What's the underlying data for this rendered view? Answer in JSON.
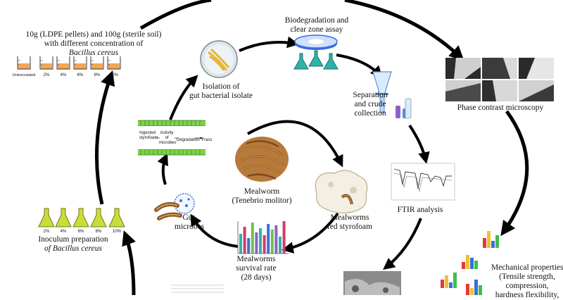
{
  "labels": {
    "ldpe_line1": "10g (LDPE pellets) and 100g (sterile soil)",
    "ldpe_line2": "with different concentration of",
    "ldpe_line3": "Bacillus cereus",
    "biodeg_line1": "Biodegradation and",
    "biodeg_line2": "clear zone assay",
    "isolation_line1": "Isolation of",
    "isolation_line2": "gut bacterial isolate",
    "separation_line1": "Separation",
    "separation_line2": "and crude",
    "separation_line3": "collection",
    "phase_contrast": "Phase contrast microscopy",
    "mealworm_line1": "Mealworm",
    "mealworm_line2": "(Tenebrio molitor)",
    "fed_line1": "Mealworms",
    "fed_line2": "fed styrofoam",
    "ftir": "FTIR analysis",
    "gut_line1": "Gut",
    "gut_line2": "microbes",
    "survival_line1": "Mealworms",
    "survival_line2": "survival rate",
    "survival_line3": "(28 days)",
    "inoculum_line1": "Inoculum preparation",
    "inoculum_line2": "of Bacillus cereus",
    "mech_line1": "Mechanical properties",
    "mech_line2": "(Tensile strength,",
    "mech_line3": "compression,",
    "mech_line4": "hardness flexibility,",
    "tube_ingested": "Ingested styrofoam",
    "tube_activity": "Activity of microbes",
    "tube_degradation": "Degradation",
    "tube_frass": "Frass"
  },
  "beakers_top": [
    "Uninoculated",
    "2%",
    "4%",
    "6%",
    "8%",
    "10%"
  ],
  "flasks_bottom": [
    "2%",
    "4%",
    "6%",
    "8%",
    "10%"
  ],
  "colors": {
    "arrow": "#000000",
    "beaker_fill": "#f3a55a",
    "flask_fill": "#c9dc3a",
    "petri_blue": "#3a6fd8",
    "flask_teal": "#2fb3a8",
    "tube_green": "#7fd14a"
  }
}
